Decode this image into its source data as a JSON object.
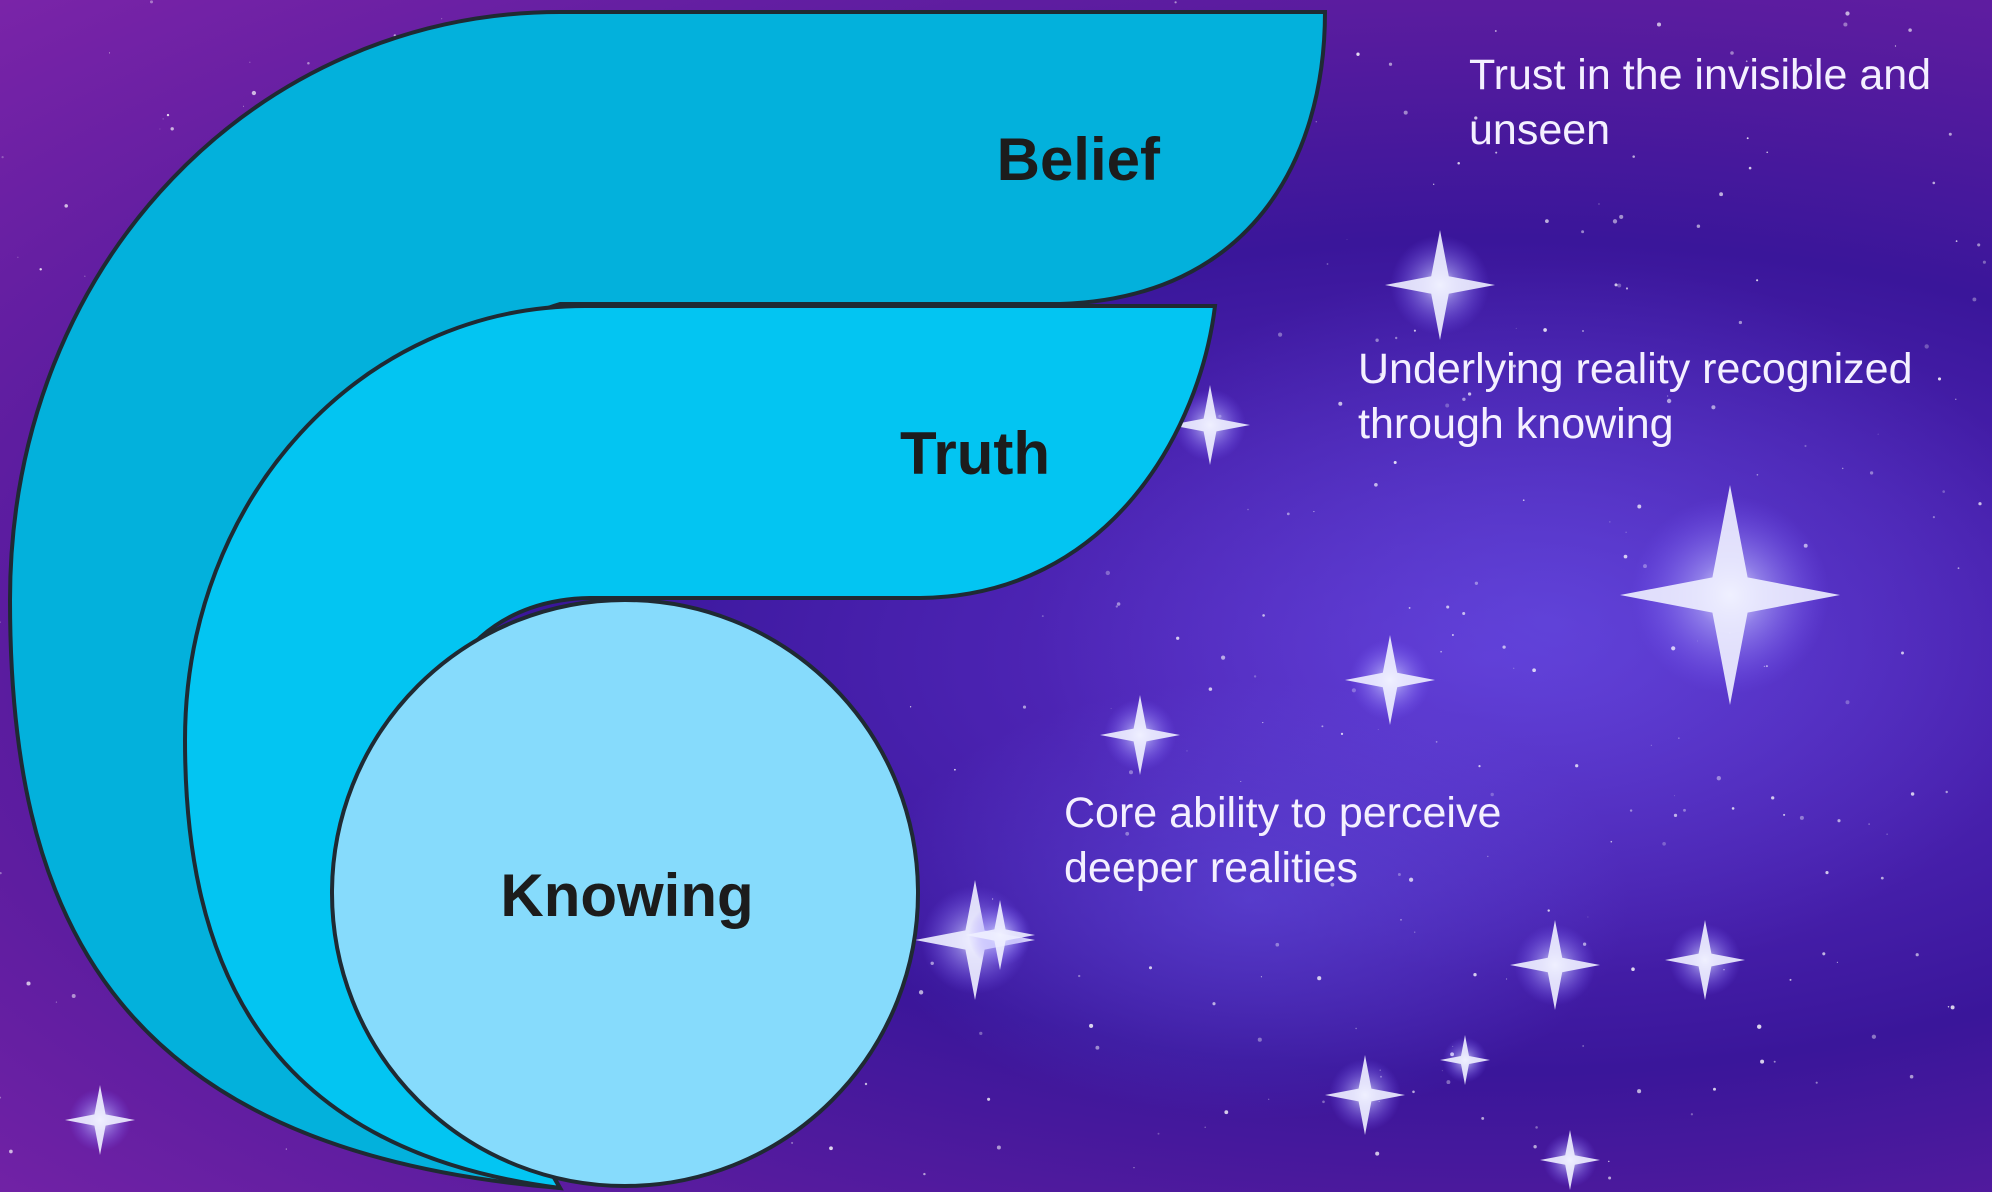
{
  "colors": {
    "belief_fill": "#03b1dc",
    "truth_fill": "#03c5f2",
    "knowing_fill": "#86dbfc",
    "outline": "#1f2a33",
    "label_text": "#1c1c1c",
    "description_text": "#f4f0ff"
  },
  "layers": [
    {
      "id": "belief",
      "label": "Belief",
      "description": "Trust in the invisible and unseen"
    },
    {
      "id": "truth",
      "label": "Truth",
      "description": "Underlying reality recognized through knowing"
    },
    {
      "id": "knowing",
      "label": "Knowing",
      "description": "Core ability to perceive deeper realities"
    }
  ]
}
